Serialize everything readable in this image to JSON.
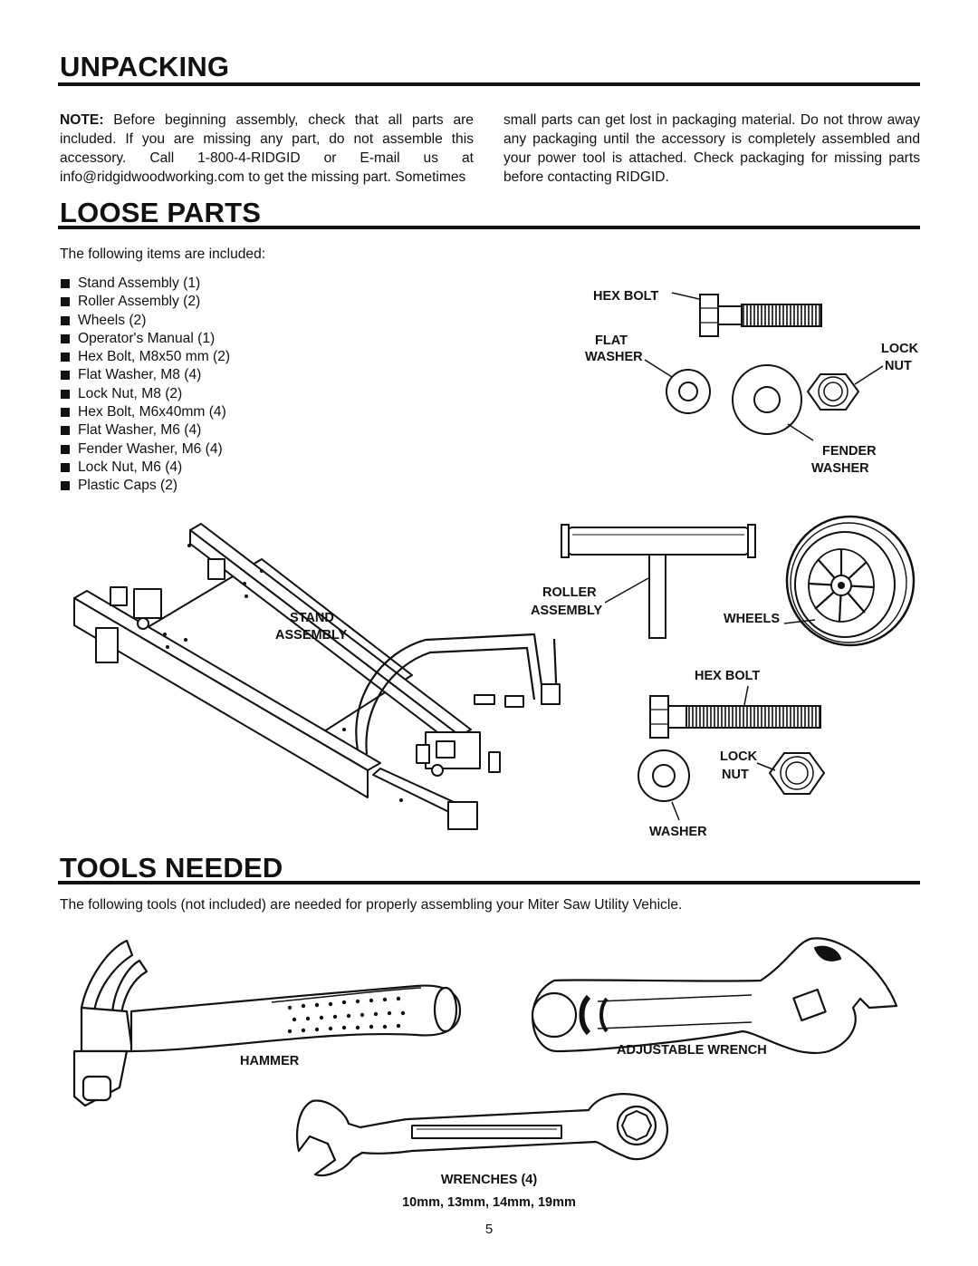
{
  "unpacking": {
    "title": "UNPACKING",
    "note_label": "NOTE:",
    "note_left": " Before beginning assembly, check that all parts are included. If you are missing any part, do not assemble this accessory. Call 1-800-4-RIDGID or E-mail us at info@ridgidwoodworking.com to get the missing part. Sometimes",
    "note_right": "small parts can get lost in packaging material. Do not throw away any packaging until the accessory is completely assembled and your power tool is attached. Check packaging for missing parts before contacting RIDGID."
  },
  "loose_parts": {
    "title": "LOOSE PARTS",
    "intro": "The following items are included:",
    "items": [
      "Stand Assembly (1)",
      "Roller Assembly (2)",
      "Wheels (2)",
      "Operator's Manual (1)",
      "Hex Bolt, M8x50 mm (2)",
      "Flat Washer, M8 (4)",
      "Lock Nut, M8 (2)",
      "Hex Bolt, M6x40mm (4)",
      "Flat Washer, M6 (4)",
      "Fender Washer, M6 (4)",
      "Lock Nut, M6 (4)",
      "Plastic Caps (2)"
    ],
    "labels": {
      "hex_bolt_top": "HEX BOLT",
      "flat_washer_1": "FLAT",
      "flat_washer_2": "WASHER",
      "lock_nut_top_1": "LOCK",
      "lock_nut_top_2": "NUT",
      "fender_washer_1": "FENDER",
      "fender_washer_2": "WASHER",
      "roller_1": "ROLLER",
      "roller_2": "ASSEMBLY",
      "wheels": "WHEELS",
      "stand_1": "STAND",
      "stand_2": "ASSEMBLY",
      "hex_bolt_bottom": "HEX BOLT",
      "lock_nut_bottom_1": "LOCK",
      "lock_nut_bottom_2": "NUT",
      "washer_bottom": "WASHER"
    }
  },
  "tools_needed": {
    "title": "TOOLS NEEDED",
    "intro": "The following tools (not included) are needed for properly assembling your Miter Saw Utility Vehicle.",
    "labels": {
      "hammer": "HAMMER",
      "adjustable_wrench": "ADJUSTABLE WRENCH",
      "wrenches": "WRENCHES (4)",
      "wrench_sizes": "10mm, 13mm, 14mm, 19mm"
    }
  },
  "page_number": "5"
}
